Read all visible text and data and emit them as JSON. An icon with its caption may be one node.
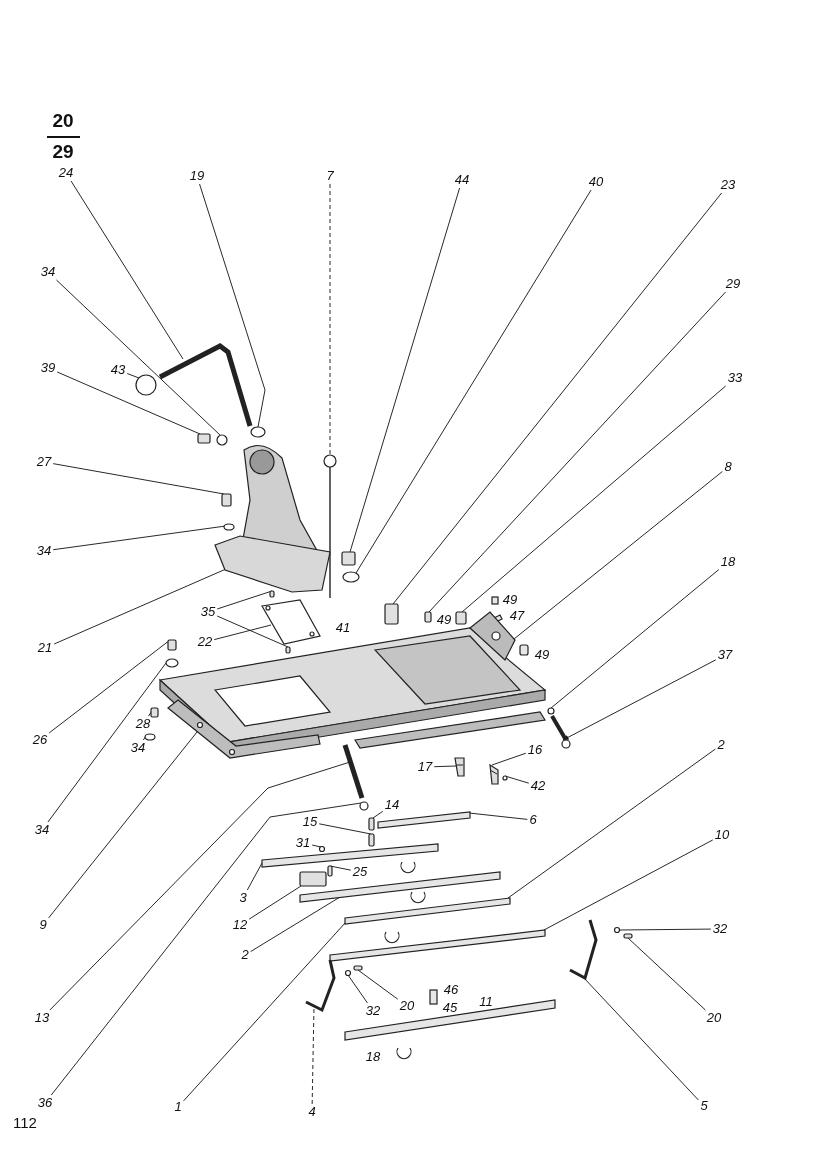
{
  "diagram": {
    "nodes": [
      {
        "text": [
          "24"
        ]
      },
      {
        "text": [
          "19"
        ]
      },
      {
        "text": [
          "7"
        ]
      },
      {
        "text": [
          "44"
        ]
      },
      {
        "text": [
          "40"
        ]
      },
      {
        "text": [
          "23"
        ]
      },
      {
        "text": [
          "29"
        ]
      },
      {
        "text": [
          "33"
        ]
      },
      {
        "text": [
          "34"
        ]
      },
      {
        "text": [
          "43"
        ]
      },
      {
        "text": [
          "39"
        ]
      },
      {
        "text": [
          "27"
        ]
      },
      {
        "text": [
          "8"
        ]
      },
      {
        "text": [
          "34"
        ]
      },
      {
        "text": [
          "18"
        ]
      },
      {
        "text": [
          "35"
        ]
      },
      {
        "text": [
          "21"
        ]
      },
      {
        "text": [
          "22"
        ]
      },
      {
        "text": [
          "37"
        ]
      },
      {
        "text": [
          "26"
        ]
      },
      {
        "text": [
          "28"
        ]
      },
      {
        "text": [
          "34"
        ]
      },
      {
        "text": [
          "16"
        ]
      },
      {
        "text": [
          "17"
        ]
      },
      {
        "text": [
          "2"
        ]
      },
      {
        "text": [
          "42"
        ]
      },
      {
        "text": [
          "14"
        ]
      },
      {
        "text": [
          "6"
        ]
      },
      {
        "text": [
          "15"
        ]
      },
      {
        "text": [
          "34"
        ]
      },
      {
        "text": [
          "10"
        ]
      },
      {
        "text": [
          "31"
        ]
      },
      {
        "text": [
          "25"
        ]
      },
      {
        "text": [
          "3"
        ]
      },
      {
        "text": [
          "9"
        ]
      },
      {
        "text": [
          "12"
        ]
      },
      {
        "text": [
          "32"
        ]
      },
      {
        "text": [
          "2"
        ]
      },
      {
        "text": [
          "32"
        ]
      },
      {
        "text": [
          "20"
        ]
      },
      {
        "text": [
          "20"
        ]
      },
      {
        "text": [
          "13"
        ]
      },
      {
        "text": [
          "36"
        ]
      },
      {
        "text": [
          "1"
        ]
      },
      {
        "text": [
          "4"
        ]
      },
      {
        "text": [
          "5"
        ]
      },
      {
        "text": [],
        "shape": "picture"
      },
      {
        "text": [],
        "shape": "circle"
      },
      {
        "text": [],
        "shape": "picture"
      },
      {
        "text": [],
        "shape": "box"
      },
      {
        "text": [],
        "shape": "circle"
      },
      {
        "text": [],
        "shape": "box"
      },
      {
        "text": [],
        "shape": "box"
      },
      {
        "text": [],
        "shape": "box"
      },
      {
        "text": [],
        "shape": "circle"
      },
      {
        "text": [],
        "shape": "circle"
      },
      {
        "text": [],
        "shape": "box"
      },
      {
        "text": [],
        "shape": "box"
      },
      {
        "text": [],
        "shape": "picture"
      },
      {
        "text": [],
        "shape": "circle"
      },
      {
        "text": [],
        "shape": "circle"
      },
      {
        "text": [],
        "shape": "box"
      },
      {
        "text": [],
        "shape": "box"
      },
      {
        "text": [],
        "shape": "picture"
      },
      {
        "text": [],
        "shape": "picture"
      },
      {
        "text": [],
        "shape": "picture"
      },
      {
        "text": [],
        "shape": "box"
      },
      {
        "text": [],
        "shape": "box"
      },
      {
        "text": [],
        "shape": "circle"
      },
      {
        "text": [],
        "shape": "picture"
      },
      {
        "text": [],
        "shape": "picture"
      },
      {
        "text": [],
        "shape": "bar"
      },
      {
        "text": [],
        "shape": "circle"
      },
      {
        "text": [],
        "shape": "box"
      },
      {
        "text": [],
        "shape": "bar"
      },
      {
        "text": [],
        "shape": "box"
      },
      {
        "text": [],
        "shape": "circle"
      },
      {
        "text": [],
        "shape": "bar"
      },
      {
        "text": [],
        "shape": "circle"
      },
      {
        "text": [],
        "shape": "box"
      },
      {
        "text": [],
        "shape": "bar"
      },
      {
        "text": [],
        "shape": "picture"
      },
      {
        "text": [],
        "shape": "box"
      },
      {
        "text": [],
        "shape": "circle"
      },
      {
        "text": [],
        "shape": "bar"
      },
      {
        "text": [],
        "shape": "circle"
      },
      {
        "text": [],
        "shape": "box"
      },
      {
        "text": [],
        "shape": "box"
      },
      {
        "text": [],
        "shape": "bar"
      },
      {
        "text": [],
        "shape": "circle"
      },
      {
        "text": [],
        "shape": "picture"
      },
      {
        "text": [],
        "shape": "picture"
      }
    ],
    "edges": [
      {
        "from": 0,
        "to": 46,
        "arrow": "none"
      },
      {
        "from": 1,
        "to": 47,
        "arrow": "none"
      },
      {
        "from": 2,
        "to": 48,
        "arrow": "none",
        "style": "dashed"
      },
      {
        "from": 3,
        "to": 49,
        "arrow": "none"
      },
      {
        "from": 4,
        "to": 50,
        "arrow": "none"
      },
      {
        "from": 5,
        "to": 51,
        "arrow": "none"
      },
      {
        "from": 6,
        "to": 52,
        "arrow": "none"
      },
      {
        "from": 7,
        "to": 53,
        "arrow": "none"
      },
      {
        "from": 8,
        "to": 54,
        "arrow": "none"
      },
      {
        "from": 9,
        "to": 55,
        "arrow": "none"
      },
      {
        "from": 10,
        "to": 56,
        "arrow": "none"
      },
      {
        "from": 11,
        "to": 57,
        "arrow": "none"
      },
      {
        "from": 12,
        "to": 58,
        "arrow": "none"
      },
      {
        "from": 13,
        "to": 59,
        "arrow": "none"
      },
      {
        "from": 14,
        "to": 60,
        "arrow": "none"
      },
      {
        "from": 15,
        "to": 61,
        "arrow": "none"
      },
      {
        "from": 15,
        "to": 62,
        "arrow": "none"
      },
      {
        "from": 16,
        "to": 63,
        "arrow": "none"
      },
      {
        "from": 17,
        "to": 64,
        "arrow": "none"
      },
      {
        "from": 18,
        "to": 65,
        "arrow": "to"
      },
      {
        "from": 19,
        "to": 66,
        "arrow": "none"
      },
      {
        "from": 20,
        "to": 67,
        "arrow": "none"
      },
      {
        "from": 21,
        "to": 68,
        "arrow": "none"
      },
      {
        "from": 22,
        "to": 69,
        "arrow": "none"
      },
      {
        "from": 23,
        "to": 70,
        "arrow": "none"
      },
      {
        "from": 24,
        "to": 71,
        "arrow": "none"
      },
      {
        "from": 25,
        "to": 72,
        "arrow": "none"
      },
      {
        "from": 26,
        "to": 73,
        "arrow": "none"
      },
      {
        "from": 27,
        "to": 74,
        "arrow": "none"
      },
      {
        "from": 28,
        "to": 75,
        "arrow": "none"
      },
      {
        "from": 29,
        "to": 76,
        "arrow": "none"
      },
      {
        "from": 30,
        "to": 77,
        "arrow": "none"
      },
      {
        "from": 31,
        "to": 78,
        "arrow": "none"
      },
      {
        "from": 32,
        "to": 79,
        "arrow": "none"
      },
      {
        "from": 33,
        "to": 80,
        "arrow": "none"
      },
      {
        "from": 34,
        "to": 81,
        "arrow": "none"
      },
      {
        "from": 35,
        "to": 82,
        "arrow": "none"
      },
      {
        "from": 36,
        "to": 83,
        "arrow": "none"
      },
      {
        "from": 37,
        "to": 84,
        "arrow": "none"
      },
      {
        "from": 38,
        "to": 85,
        "arrow": "none"
      },
      {
        "from": 39,
        "to": 86,
        "arrow": "none"
      },
      {
        "from": 40,
        "to": 87,
        "arrow": "none"
      },
      {
        "from": 41,
        "to": 88,
        "arrow": "none"
      },
      {
        "from": 42,
        "to": 89,
        "arrow": "none"
      },
      {
        "from": 43,
        "to": 71,
        "arrow": "none"
      },
      {
        "from": 44,
        "to": 90,
        "arrow": "none",
        "style": "dashed"
      },
      {
        "from": 45,
        "to": 91,
        "arrow": "none"
      }
    ],
    "labels": [
      "20",
      "29",
      "49",
      "47",
      "49",
      "41",
      "49",
      "46",
      "45",
      "11",
      "18",
      "112"
    ]
  }
}
